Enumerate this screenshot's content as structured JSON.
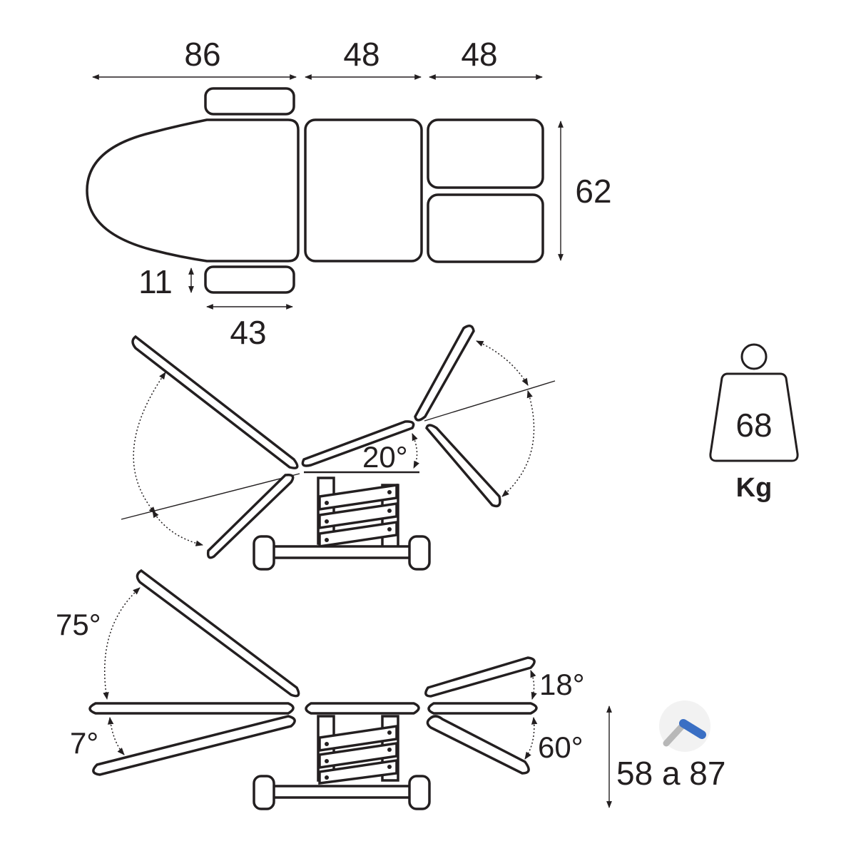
{
  "dimensions": {
    "head_length": "86",
    "middle_length": "48",
    "leg_length": "48",
    "width": "62",
    "armrest_width": "11",
    "armrest_length": "43"
  },
  "angles": {
    "middle_tilt": "20°",
    "back_up": "75°",
    "back_down": "7°",
    "legs_up": "18°",
    "legs_down": "60°"
  },
  "height": {
    "range": "58 a 87",
    "icon": "hydraulic-lever-icon",
    "icon_color": "#3a6fc4"
  },
  "weight": {
    "value": "68",
    "unit": "Kg",
    "icon": "weight-icon"
  }
}
